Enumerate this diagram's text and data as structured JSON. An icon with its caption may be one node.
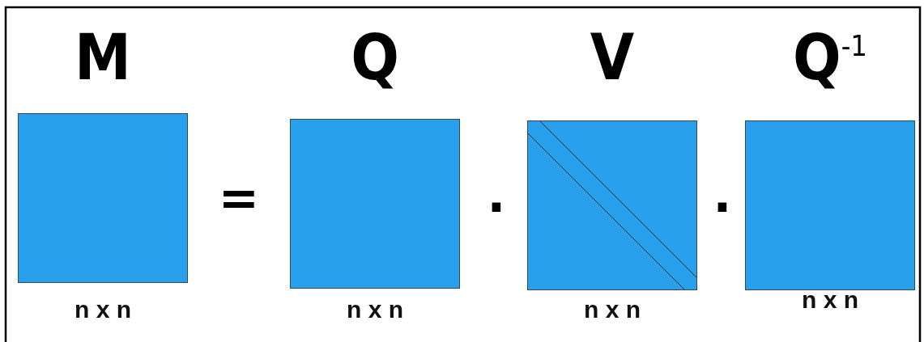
{
  "diagram": {
    "nodes": [
      {
        "text": [
          "M"
        ],
        "beside": [
          "n x n"
        ]
      },
      {
        "text": [
          "Q"
        ],
        "beside": [
          "n x n"
        ]
      },
      {
        "text": [
          "V"
        ],
        "beside": [
          "n x n"
        ]
      },
      {
        "text": [
          "Q$^{-1}$"
        ],
        "beside": [
          "n x n"
        ]
      }
    ],
    "edges": [],
    "labels": [
      "=",
      "·",
      "·"
    ]
  }
}
